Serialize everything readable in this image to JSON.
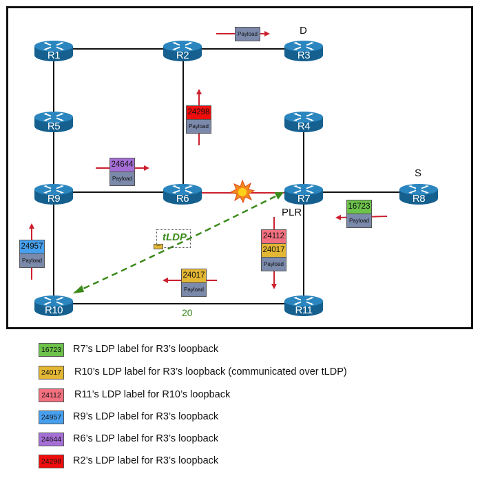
{
  "diagram": {
    "title": "MPLS LDP remote LFA / tLDP label forwarding topology",
    "routers": [
      {
        "id": "R1",
        "label": "R1"
      },
      {
        "id": "R2",
        "label": "R2"
      },
      {
        "id": "R3",
        "label": "R3"
      },
      {
        "id": "R4",
        "label": "R4"
      },
      {
        "id": "R5",
        "label": "R5"
      },
      {
        "id": "R6",
        "label": "R6"
      },
      {
        "id": "R7",
        "label": "R7"
      },
      {
        "id": "R8",
        "label": "R8"
      },
      {
        "id": "R9",
        "label": "R9"
      },
      {
        "id": "R10",
        "label": "R10"
      },
      {
        "id": "R11",
        "label": "R11"
      }
    ],
    "links": [
      [
        "R1",
        "R2"
      ],
      [
        "R2",
        "R3"
      ],
      [
        "R1",
        "R5"
      ],
      [
        "R5",
        "R9"
      ],
      [
        "R2",
        "R6"
      ],
      [
        "R9",
        "R6"
      ],
      [
        "R6",
        "R7"
      ],
      [
        "R4",
        "R7"
      ],
      [
        "R7",
        "R8"
      ],
      [
        "R7",
        "R11"
      ],
      [
        "R9",
        "R10"
      ],
      [
        "R10",
        "R11"
      ]
    ],
    "failed_link": [
      "R6",
      "R7"
    ],
    "annotations": {
      "destination": "D",
      "source": "S",
      "plr": "PLR",
      "tldp": "tLDP",
      "link_cost": "20"
    },
    "packets": {
      "r2_r3": {
        "labels": [],
        "payload": "Payload"
      },
      "r6_r2": {
        "labels": [
          "24298"
        ],
        "payload": "Payload"
      },
      "r9_r6": {
        "labels": [
          "24644"
        ],
        "payload": "Payload"
      },
      "r10_r9": {
        "labels": [
          "24957"
        ],
        "payload": "Payload"
      },
      "r11_r10": {
        "labels": [
          "24017"
        ],
        "payload": "Payload"
      },
      "r7_r11": {
        "labels": [
          "24112",
          "24017"
        ],
        "payload": "Payload"
      },
      "r8_r7": {
        "labels": [
          "16723"
        ],
        "payload": "Payload"
      }
    },
    "tldp_mini_label": "—"
  },
  "legend": [
    {
      "label": "16723",
      "color": "#6cc24a",
      "text": "R7’s LDP label for R3’s loopback"
    },
    {
      "label": "24017",
      "color": "#e3b734",
      "text": "R10’s LDP label for R3’s loopback (communicated over tLDP)"
    },
    {
      "label": "24112",
      "color": "#f2707f",
      "text": "R11’s LDP label for R10’s loopback"
    },
    {
      "label": "24957",
      "color": "#47a0ef",
      "text": "R9’s LDP label for R3’s loopback"
    },
    {
      "label": "24644",
      "color": "#a56fd6",
      "text": "R6’s LDP label for R3’s loopback"
    },
    {
      "label": "24298",
      "color": "#f20d0d",
      "text": "R2’s LDP label for R3’s loopback"
    }
  ],
  "colors": {
    "router": "#1d6fa3",
    "arrow": "#cc1f2e",
    "tldp": "#3a8a1a",
    "payload": "#7b89aa",
    "16723": "#6cc24a",
    "24017": "#e3b734",
    "24112": "#f2707f",
    "24957": "#47a0ef",
    "24644": "#a56fd6",
    "24298": "#f20d0d"
  }
}
